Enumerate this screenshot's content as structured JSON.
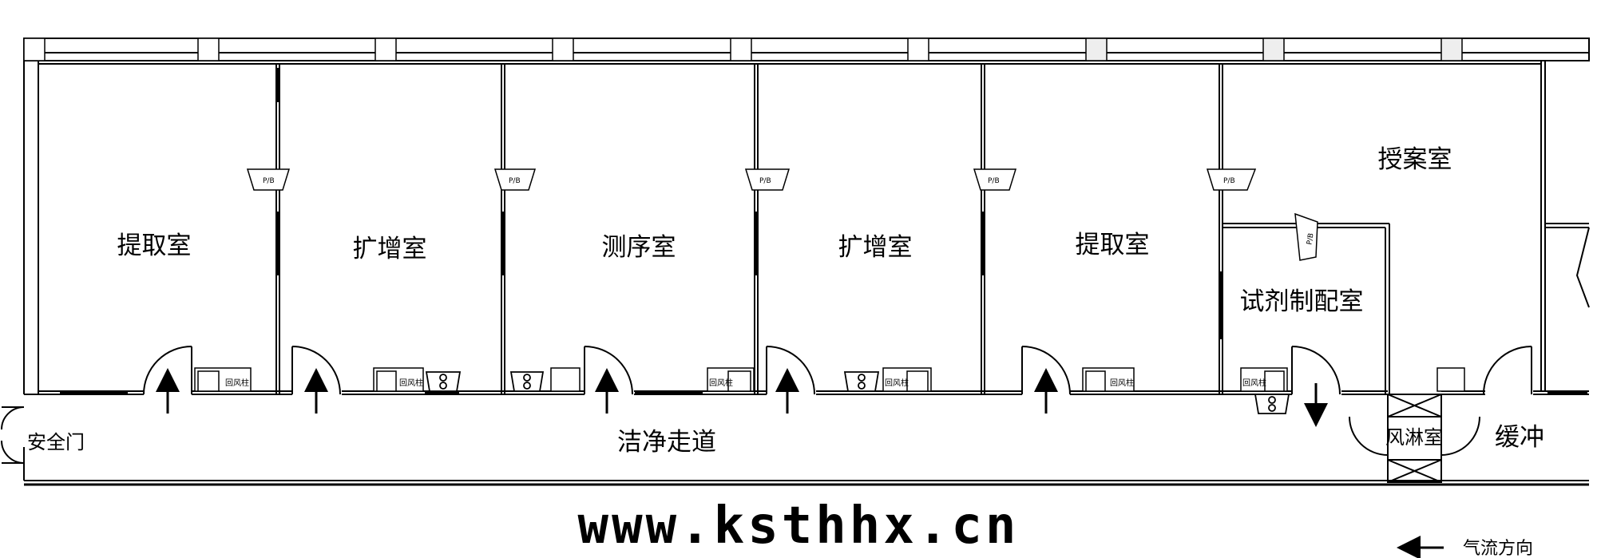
{
  "rooms": [
    {
      "name": "提取室"
    },
    {
      "name": "扩增室"
    },
    {
      "name": "测序室"
    },
    {
      "name": "扩增室"
    },
    {
      "name": "提取室"
    },
    {
      "name": "授案室"
    },
    {
      "name": "试剂制配室"
    },
    {
      "name": "洁净走道"
    },
    {
      "name": "安全门"
    },
    {
      "name": "风淋室"
    },
    {
      "name": "缓冲"
    }
  ],
  "fixtures": {
    "pass_box_label": "P/B",
    "return_air_label": "回风柱"
  },
  "watermark": "www.ksthhx.cn",
  "legend": {
    "label": "气流方向"
  }
}
